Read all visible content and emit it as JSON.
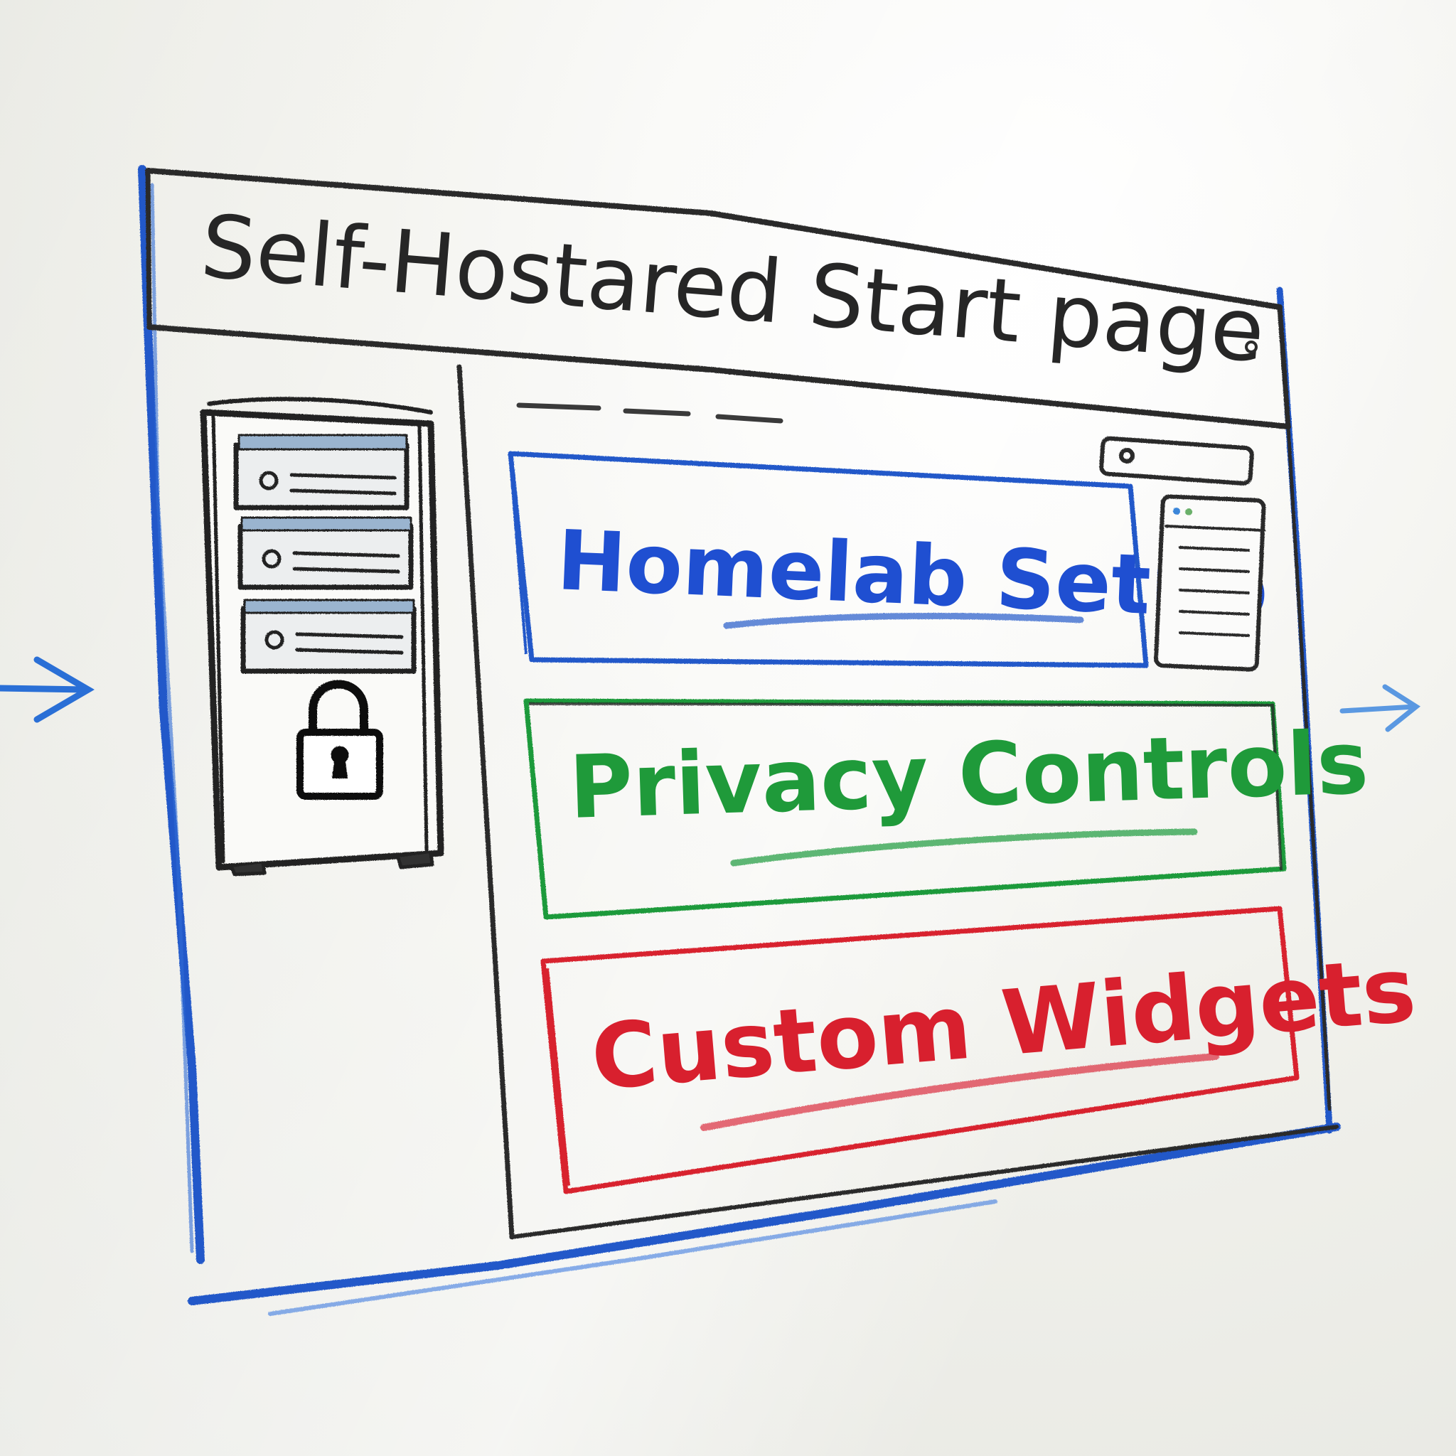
{
  "whiteboard": {
    "title": "Self-Hostared Start page",
    "cards": [
      {
        "label": "Homelab Setup",
        "color": "#1f4fd1"
      },
      {
        "label": "Privacy Controls",
        "color": "#1f9a3a"
      },
      {
        "label": "Custom Widgets",
        "color": "#d8202e"
      }
    ],
    "ink": {
      "black": "#2b2b2b",
      "blue": "#2358c9"
    },
    "icons": [
      "server-icon",
      "padlock-icon",
      "browser-window-icon",
      "search-bar-icon",
      "arrow-right-icon"
    ]
  }
}
